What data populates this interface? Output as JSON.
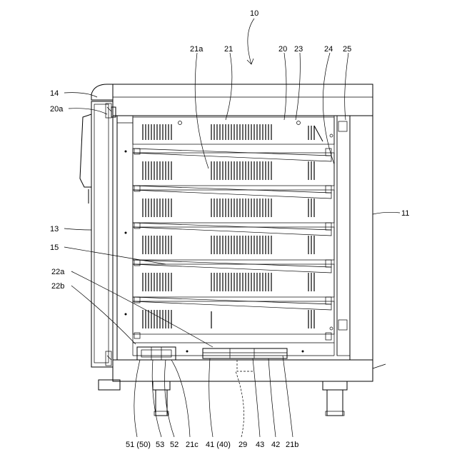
{
  "labels": {
    "l10": "10",
    "l21a": "21a",
    "l21": "21",
    "l20": "20",
    "l23": "23",
    "l24": "24",
    "l25": "25",
    "l14": "14",
    "l20a": "20a",
    "l11": "11",
    "l13": "13",
    "l15": "15",
    "l22a": "22a",
    "l22b": "22b",
    "l51": "51 (50)",
    "l53": "53",
    "l52": "52",
    "l21c": "21c",
    "l41": "41 (40)",
    "l29": "29",
    "l43": "43",
    "l42": "42",
    "l21b": "21b"
  }
}
